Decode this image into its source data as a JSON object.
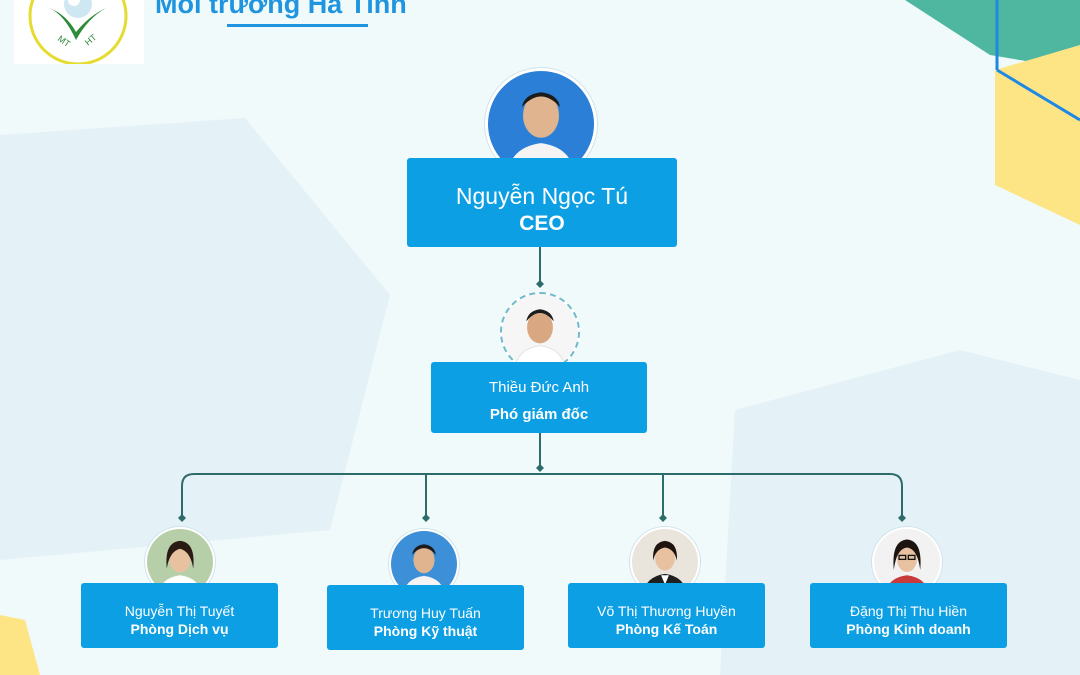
{
  "header": {
    "title": "Môi trường Hà Tĩnh",
    "logo_letters_left": "MT",
    "logo_letters_right": "HT"
  },
  "ceo": {
    "name": "Nguyễn Ngọc Tú",
    "role": "CEO"
  },
  "deputy": {
    "name": "Thiều Đức Anh",
    "role": "Phó giám đốc"
  },
  "departments": [
    {
      "name": "Nguyễn Thị Tuyết",
      "role": "Phòng Dịch vụ"
    },
    {
      "name": "Trương Huy Tuấn",
      "role": "Phòng Kỹ thuật"
    },
    {
      "name": "Võ Thị Thương Huyền",
      "role": "Phòng Kế Toán"
    },
    {
      "name": "Đặng Thị Thu Hiền",
      "role": "Phòng Kinh doanh"
    }
  ],
  "colors": {
    "card": "#0d9fe3",
    "connector": "#2e6b6b",
    "title": "#1f95df",
    "teal_accent": "#4fb6a0",
    "yellow_accent": "#fde585"
  }
}
